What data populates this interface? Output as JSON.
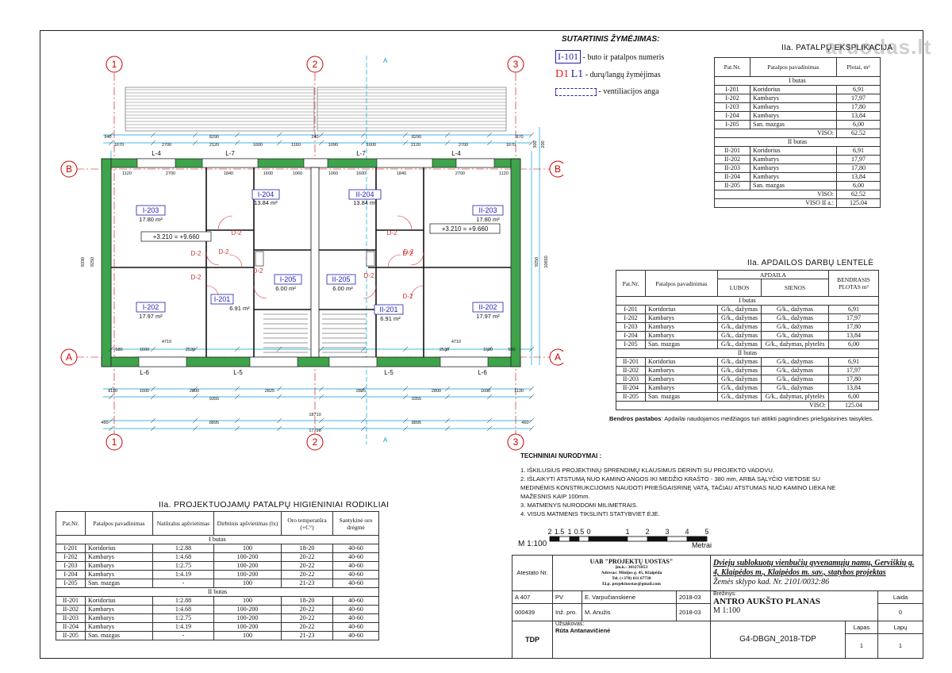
{
  "watermark": "aruodas.lt",
  "legend": {
    "title": "SUTARTINIS ŽYMĖJIMAS:",
    "room_code": "I-101",
    "room_desc": "- buto ir patalpos numeris",
    "door_code": "D1",
    "window_code": "L1",
    "door_desc": "- durų/langų žymėjimas",
    "vent_desc": "- ventiliacijos anga"
  },
  "explication": {
    "title": "IIa. PATALPŲ EKSPLIKACIJA",
    "headers": [
      "Pat.Nr.",
      "Patalpos pavadinimas",
      "Plotai, m²"
    ],
    "group1": "I butas",
    "rows1": [
      [
        "I-201",
        "Koridorius",
        "6,91"
      ],
      [
        "I-202",
        "Kambarys",
        "17,97"
      ],
      [
        "I-203",
        "Kambarys",
        "17,80"
      ],
      [
        "I-204",
        "Kambarys",
        "13,84"
      ],
      [
        "I-205",
        "San. mazgas",
        "6,00"
      ]
    ],
    "total1_label": "VISO:",
    "total1": "62.52",
    "group2": "II butas",
    "rows2": [
      [
        "II-201",
        "Koridorius",
        "6,91"
      ],
      [
        "II-202",
        "Kambarys",
        "17,97"
      ],
      [
        "II-203",
        "Kambarys",
        "17,80"
      ],
      [
        "II-204",
        "Kambarys",
        "13,84"
      ],
      [
        "II-205",
        "San. mazgas",
        "6,00"
      ]
    ],
    "total2_label": "VISO:",
    "total2": "62.52",
    "grand_label": "VISO II a.:",
    "grand": "125.04"
  },
  "finishing": {
    "title": "IIa. APDAILOS DARBŲ LENTELĖ",
    "h_nr": "Pat.Nr.",
    "h_name": "Patalpos pavadinimas",
    "h_apdaila": "APDAILA",
    "h_lubos": "LUBOS",
    "h_sienos": "SIENOS",
    "h_plotas": "BENDRASIS PLOTAS m²",
    "group1": "I butas",
    "rows1": [
      [
        "I-201",
        "Koridorius",
        "G/k., dažymas",
        "G/k., dažymas",
        "6,91"
      ],
      [
        "I-202",
        "Kambarys",
        "G/k., dažymas",
        "G/k., dažymas",
        "17,97"
      ],
      [
        "I-203",
        "Kambarys",
        "G/k., dažymas",
        "G/k., dažymas",
        "17,80"
      ],
      [
        "I-204",
        "Kambarys",
        "G/k., dažymas",
        "G/k., dažymas",
        "13,84"
      ],
      [
        "I-205",
        "San. mazgas",
        "G/k., dažymas",
        "G/k., dažymas, plytelės",
        "6,00"
      ]
    ],
    "group2": "II butas",
    "rows2": [
      [
        "II-201",
        "Koridorius",
        "G/k., dažymas",
        "G/k., dažymas",
        "6,91"
      ],
      [
        "II-202",
        "Kambarys",
        "G/k., dažymas",
        "G/k., dažymas",
        "17,97"
      ],
      [
        "II-203",
        "Kambarys",
        "G/k., dažymas",
        "G/k., dažymas",
        "17,80"
      ],
      [
        "II-204",
        "Kambarys",
        "G/k., dažymas",
        "G/k., dažymas",
        "13,84"
      ],
      [
        "II-205",
        "San. mazgas",
        "G/k., dažymas",
        "G/k., dažymas, plytelės",
        "6,00"
      ]
    ],
    "total_label": "VISO:",
    "total": "125.04",
    "note_label": "Bendros pastabos",
    "note": ":  Apdailai naudojamos medžiagos turi atitikti pagrindines priešgaisrines taisykles."
  },
  "tech_notes": {
    "title": "TECHNINIAI NURODYMAI :",
    "items": [
      "1. IŠKILUSIUS PROJEKTINIŲ SPRENDIMŲ KLAUSIMUS DERINTI SU PROJEKTO VADOVU.",
      "2. IŠLAIKYTI ATSTUMĄ NUO KAMINO ANGOS IKI MEDŽIO KRAŠTO - 380 mm,  ARBA SĄLYČIO VIETOSE SU",
      "MEDINĖMIS KONSTRUKCIJOMIS  NAUDOTI PRIEŠGAISRINĘ VATĄ, TAČIAU ATSTUMAS NUO KAMINO LIEKA NE",
      "MAŽESNIS KAIP 100mm.",
      "3. MATMENYS NURODOMI MILIMETRAIS.",
      "4. VISUS MATMENIS TIKSLINTI STATYBVIET ĖJE."
    ]
  },
  "scale": {
    "label": "M 1:100",
    "ticks": [
      "2",
      "1.5",
      "1",
      "0.5",
      "0",
      "1",
      "2",
      "3",
      "4",
      "5"
    ],
    "unit": "Metrai"
  },
  "hygiene": {
    "title": "IIa. PROJEKTUOJAMŲ PATALPŲ HIGIENINIAI RODIKLIAI",
    "headers": [
      "Pat.Nr.",
      "Patalpos pavadinimas",
      "Natūralus apšvietimas",
      "Dirbtinis apšvietimas (lx)",
      "Oro temperatūra (+C°)",
      "Santykinė oro drėgmė"
    ],
    "group1": "I butas",
    "rows1": [
      [
        "I-201",
        "Koridorius",
        "1:2.88",
        "100",
        "18-20",
        "40-60"
      ],
      [
        "I-202",
        "Kambarys",
        "1:4.68",
        "100-200",
        "20-22",
        "40-60"
      ],
      [
        "I-203",
        "Kambarys",
        "1:2.75",
        "100-200",
        "20-22",
        "40-60"
      ],
      [
        "I-204",
        "Kambarys",
        "1:4.19",
        "100-200",
        "20-22",
        "40-60"
      ],
      [
        "I-205",
        "San. mazgas",
        "-",
        "100",
        "21-23",
        "40-60"
      ]
    ],
    "group2": "II butas",
    "rows2": [
      [
        "II-201",
        "Koridorius",
        "1:2.88",
        "100",
        "18-20",
        "40-60"
      ],
      [
        "II-202",
        "Kambarys",
        "1:4.68",
        "100-200",
        "20-22",
        "40-60"
      ],
      [
        "II-203",
        "Kambarys",
        "1:2.75",
        "100-200",
        "20-22",
        "40-60"
      ],
      [
        "II-204",
        "Kambarys",
        "1:4.19",
        "100-200",
        "20-22",
        "40-60"
      ],
      [
        "II-205",
        "San. mazgas",
        "-",
        "100",
        "21-23",
        "40-60"
      ]
    ]
  },
  "title_block": {
    "atestato": "Atestato Nr.",
    "company": "UAB \"PROJEKTŲ UOSTAS\"",
    "company_code": "Įm.k.: 303271853",
    "company_addr": "Adresas: Minijos g. 45, Klaipėda",
    "company_tel": "Tel. (+370) 611 67738",
    "company_email": "El.p. projektuostas@gmail.com",
    "project_line1": "Dviejų sublokuotų vienbučių gyvenamųjų namų, Gerviškių g.",
    "project_line2": "4, Klaipėdos m., Klaipėdos m. sav., statybos projektas",
    "project_line3": "Žemės sklypo kad. Nr. 2101/0032:86",
    "row1": {
      "att": "A 407",
      "role": "PV",
      "name": "E. Varpučianskienė",
      "date": "2018-03"
    },
    "row2": {
      "att": "000439",
      "role": "Inž. pro.",
      "name": "M. Anužis",
      "date": "2018-03"
    },
    "brezinys_label": "Brėžinys:",
    "drawing_title": "ANTRO AUKŠTO PLANAS",
    "drawing_scale": "M 1:100",
    "laida_label": "Laida",
    "laida": "0",
    "lapas_label": "Lapas",
    "lapu_label": "Lapų",
    "lapas": "1",
    "lapu": "1",
    "stage": "TDP",
    "uzsakovas_label": "Užsakovas:",
    "uzsakovas": "Rūta Antanavičienė",
    "code": "G4-DBGN_2018-TDP"
  },
  "plan": {
    "axes_top": [
      "1",
      "2",
      "3"
    ],
    "axes_side": [
      "B",
      "A"
    ],
    "section": "A",
    "rooms": [
      {
        "id": "I-203",
        "area": "17.80 m²"
      },
      {
        "id": "I-204",
        "area": "13.84 m²"
      },
      {
        "id": "I-202",
        "area": "17.97 m²"
      },
      {
        "id": "I-201",
        "area": "6.91 m²"
      },
      {
        "id": "I-205",
        "area": "6.00 m²"
      },
      {
        "id": "II-205",
        "area": "6.00 m²"
      },
      {
        "id": "II-201",
        "area": "6.91 m²"
      },
      {
        "id": "II-204",
        "area": "13.84 m²"
      },
      {
        "id": "II-203",
        "area": "17.80 m²"
      },
      {
        "id": "II-202",
        "area": "17.97 m²"
      }
    ],
    "level_left": "+3.210 = +9.660",
    "level_right": "+3.210 = +9.660",
    "windows_top": [
      "L-4",
      "L-7",
      "L-7",
      "L-4"
    ],
    "windows_bottom": [
      "L-6",
      "L-5",
      "L-5",
      "L-6"
    ],
    "doors": [
      "D-2",
      "D-2",
      "D-2",
      "D-2",
      "D-2",
      "D-2",
      "D-2",
      "D-2",
      "D-2",
      "D-2"
    ],
    "dims_top": [
      "940",
      "8290",
      "240",
      "8290",
      "870"
    ],
    "dims_top2": [
      "1670",
      "2700",
      "2120",
      "1600",
      "1160",
      "1090",
      "1600",
      "2120",
      "2700",
      "1670"
    ],
    "dims_inner": [
      "1120",
      "2700",
      "1840",
      "1600",
      "1060",
      "1060",
      "1600",
      "1840",
      "2700",
      "1120"
    ],
    "dims_bottom": [
      "1130",
      "1600",
      "2800",
      "2825",
      "2825",
      "2800",
      "1600",
      "1130"
    ],
    "dims_bottom2": [
      "9355",
      "9355"
    ],
    "dims_total": [
      "18710"
    ],
    "dims_total2": [
      "8895",
      "8895"
    ],
    "dims_overall": [
      "17790"
    ],
    "dims_misc": [
      "460",
      "460",
      "4710",
      "4710",
      "580",
      "1600",
      "2530",
      "1600",
      "580",
      "2530"
    ],
    "dims_side": [
      "8330",
      "9250",
      "9250",
      "10650",
      "300",
      "200"
    ]
  }
}
